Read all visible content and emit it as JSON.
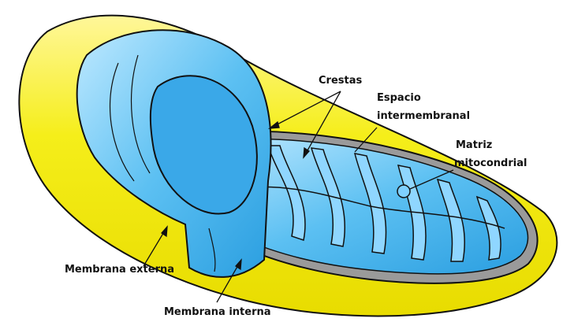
{
  "diagram": {
    "labels": {
      "cristae": "Crestas",
      "intermembrane_line1": "Espacio",
      "intermembrane_line2": "intermembranal",
      "matrix_line1": "Matriz",
      "matrix_line2": "mitocondrial",
      "outer_membrane": "Membrana externa",
      "inner_membrane": "Membrana interna"
    },
    "colors": {
      "outer_membrane": "#f5ee1a",
      "inner_membrane": "#5cc0f2",
      "intermembrane_space": "#9a9a9a",
      "outline": "#111111"
    }
  }
}
